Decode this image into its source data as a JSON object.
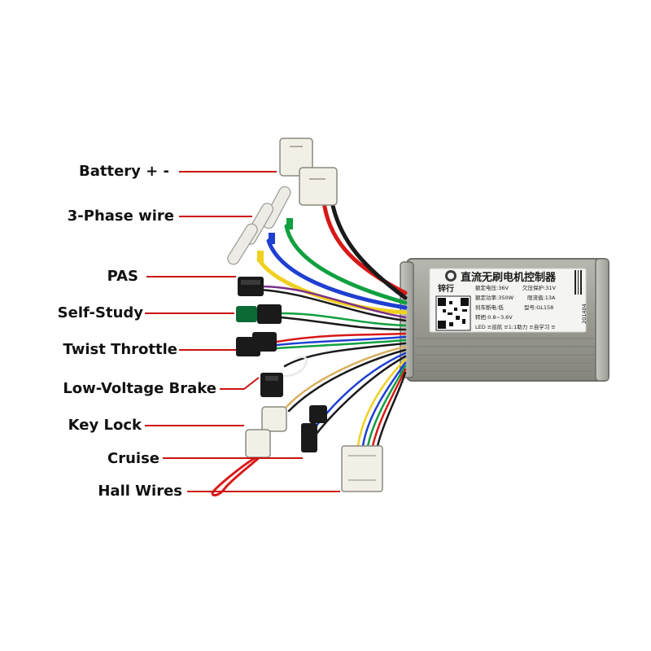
{
  "labels": {
    "battery": "Battery + -",
    "three_phase": "3-Phase wire",
    "pas": "PAS",
    "self_study": "Self-Study",
    "twist_throttle": "Twist Throttle",
    "low_voltage_brake": "Low-Voltage Brake",
    "key_lock": "Key Lock",
    "cruise": "Cruise",
    "hall_wires": "Hall Wires"
  },
  "controller": {
    "title_cn": "直流无刷电机控制器",
    "brand_cn": "锌行",
    "rated_voltage": "额定电压:36V",
    "undervoltage": "欠压保护:31V",
    "rated_power": "额定功率:350W",
    "current_limit": "限流值:13A",
    "brake_level": "刹车断电:低",
    "model": "型号:GL158",
    "throttle": "转把:0.8~3.6V",
    "led_line": "LED ≡巡航 ≡1:1助力 ≡自学习 ≡",
    "date_code": "201404"
  },
  "colors": {
    "leader_line": "#cc1111",
    "housing": "#9a9a93",
    "sticker": "#f4f4f2",
    "wire_red": "#d81818",
    "wire_black": "#1a1a1a",
    "wire_yellow": "#f0d020",
    "wire_green": "#10a040",
    "wire_blue": "#1f3fd0",
    "wire_white": "#e8e8e8",
    "connector_white": "#f2efe6"
  }
}
